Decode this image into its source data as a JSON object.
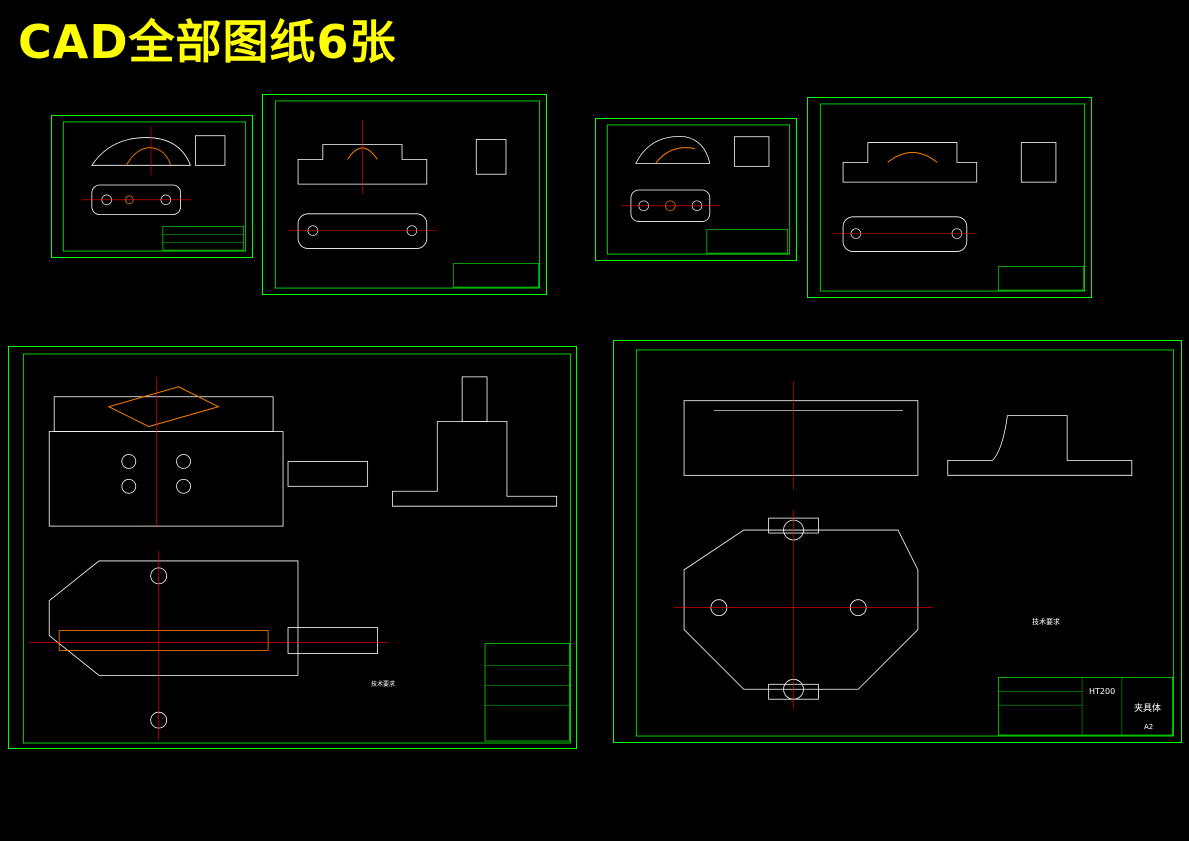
{
  "page": {
    "title": "CAD全部图纸6张"
  },
  "drawings": [
    {
      "id": "sheet-1",
      "kind": "part-drawing"
    },
    {
      "id": "sheet-2",
      "kind": "part-drawing"
    },
    {
      "id": "sheet-3",
      "kind": "part-drawing"
    },
    {
      "id": "sheet-4",
      "kind": "part-drawing"
    },
    {
      "id": "sheet-5",
      "kind": "assembly-drawing"
    },
    {
      "id": "sheet-6",
      "kind": "part-drawing"
    }
  ],
  "sheet6": {
    "material": "HT200",
    "part_name": "夹具体",
    "scale": "A2",
    "notes_title": "技术要求"
  },
  "sheet5": {
    "notes_title": "技术要求"
  },
  "colors": {
    "frame": "#00ff00",
    "geometry": "#ffffff",
    "centerline": "#ff0000",
    "hatch": "#ff8000",
    "title": "#ffff00"
  }
}
